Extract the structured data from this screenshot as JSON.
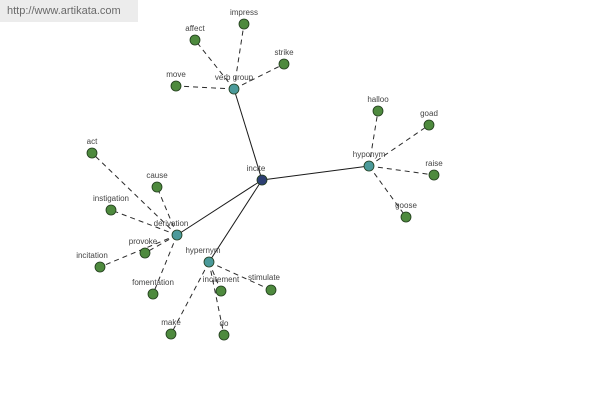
{
  "watermark": "http://www.artikata.com",
  "colors": {
    "leaf": "#4e8a3e",
    "relation": "#4b9a9a",
    "center": "#2d3f73",
    "edge": "#1a1a1a",
    "dashed_edge": "#2a2a2a"
  },
  "graph": {
    "center": {
      "id": "incite",
      "label": "incite"
    },
    "relations": [
      {
        "id": "verb_group",
        "label": "verb group",
        "words": [
          "affect",
          "impress",
          "strike",
          "move"
        ]
      },
      {
        "id": "hyponym",
        "label": "hyponym",
        "words": [
          "halloo",
          "goad",
          "raise",
          "goose"
        ]
      },
      {
        "id": "derivation",
        "label": "derivation",
        "words": [
          "act",
          "cause",
          "instigation",
          "provoke",
          "incitation",
          "fomentation"
        ]
      },
      {
        "id": "hypernym",
        "label": "hypernym",
        "words": [
          "incitement",
          "stimulate",
          "make",
          "do"
        ]
      }
    ]
  }
}
